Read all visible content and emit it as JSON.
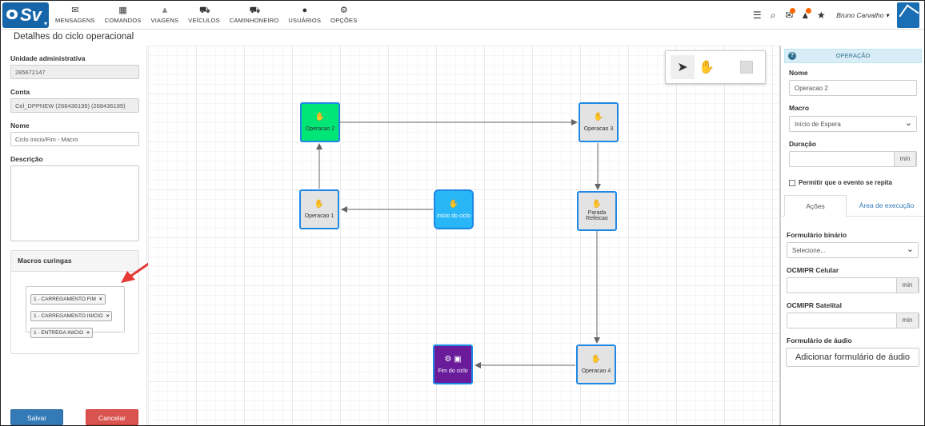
{
  "brand": {
    "logo_text": "Sv",
    "accent": "#1565a8"
  },
  "nav": {
    "items": [
      {
        "label": "MENSAGENS",
        "icon": "envelope-icon"
      },
      {
        "label": "COMANDOS",
        "icon": "grid-icon"
      },
      {
        "label": "VIAGENS",
        "icon": "road-icon"
      },
      {
        "label": "VEÍCULOS",
        "icon": "car-icon"
      },
      {
        "label": "CAMINHONEIRO",
        "icon": "truck-icon"
      },
      {
        "label": "USUÁRIOS",
        "icon": "user-icon"
      },
      {
        "label": "OPÇÕES",
        "icon": "gears-icon"
      }
    ]
  },
  "header": {
    "user_name": "Bruno Carvalho"
  },
  "page": {
    "title": "Detalhes do ciclo operacional"
  },
  "form": {
    "unidade_label": "Unidade administrativa",
    "unidade_value": "285672147",
    "conta_label": "Conta",
    "conta_value": "Cel_DPPNEW (268436199) (268436199)",
    "nome_label": "Nome",
    "nome_value": "Ciclo Inicio/Fim - Macro",
    "descricao_label": "Descrição",
    "macros_label": "Macros curingas",
    "macros": [
      "1 - CARREGAMENTO FIM",
      "1 - CARREGAMENTO INICIO",
      "1 - ENTREGA INICIO"
    ],
    "save_label": "Salvar",
    "cancel_label": "Cancelar"
  },
  "diagram": {
    "nodes": [
      {
        "id": "op2",
        "label": "Operacao 2",
        "color": "#00e676"
      },
      {
        "id": "op3",
        "label": "Operacao 3",
        "color": "#e3e3e3"
      },
      {
        "id": "op1",
        "label": "Operacao 1",
        "color": "#e3e3e3"
      },
      {
        "id": "inicio",
        "label": "Inicio do ciclo",
        "color": "#29b6f6"
      },
      {
        "id": "parada",
        "label": "Parada Refeicao",
        "color": "#e3e3e3"
      },
      {
        "id": "op4",
        "label": "Operacao 4",
        "color": "#e3e3e3"
      },
      {
        "id": "fim",
        "label": "Fim do ciclo",
        "color": "#6a1b9a"
      }
    ]
  },
  "right": {
    "header": "OPERAÇÃO",
    "nome_label": "Nome",
    "nome_value": "Operacao 2",
    "macro_label": "Macro",
    "macro_value": "Início de Espera",
    "duracao_label": "Duração",
    "duracao_unit": "min",
    "repeat_label": "Permitir que o evento se repita",
    "tab_acoes": "Ações",
    "tab_area": "Área de execução",
    "form_binario_label": "Formulário binário",
    "form_binario_value": "Selecione...",
    "ocmipr_cel_label": "OCMIPR Celular",
    "ocmipr_cel_unit": "min",
    "ocmipr_sat_label": "OCMIPR Satelital",
    "ocmipr_sat_unit": "min",
    "form_audio_label": "Formulário de áudio",
    "add_audio_label": "Adicionar formulário de áudio"
  }
}
